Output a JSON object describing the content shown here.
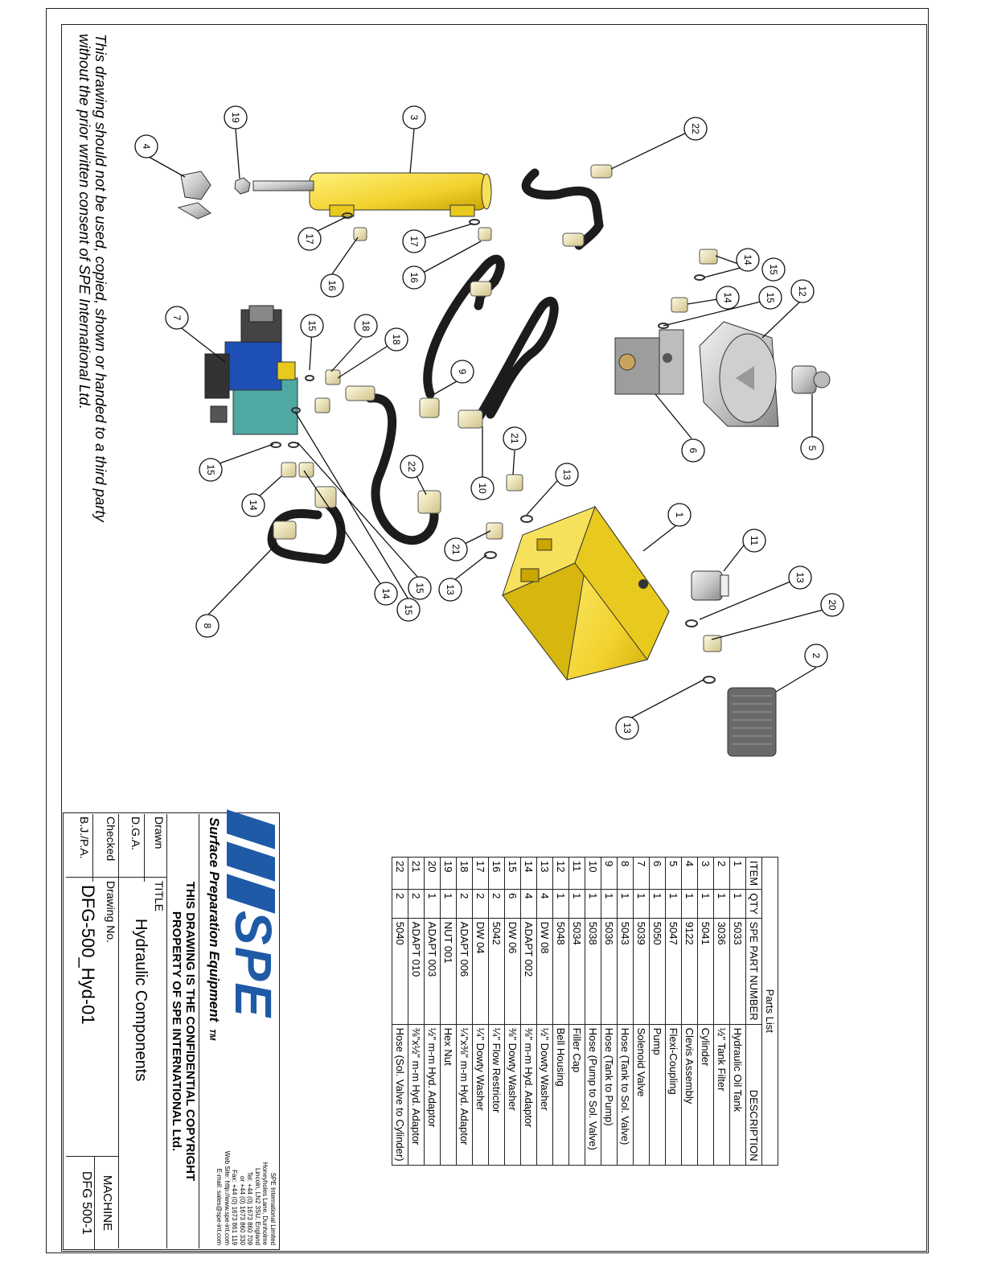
{
  "notice": {
    "line1": "This drawing should not be used, copied, shown or handed to a third party",
    "line2": "without the prior written consent of SPE International Ltd."
  },
  "balloons": [
    "1",
    "2",
    "3",
    "4",
    "5",
    "6",
    "7",
    "8",
    "9",
    "10",
    "11",
    "12",
    "13",
    "13",
    "13",
    "13",
    "14",
    "14",
    "14",
    "14",
    "15",
    "15",
    "15",
    "15",
    "15",
    "15",
    "16",
    "16",
    "17",
    "17",
    "18",
    "18",
    "19",
    "20",
    "21",
    "21",
    "22",
    "22"
  ],
  "parts_list": {
    "title": "Parts List",
    "headers": [
      "ITEM",
      "QTY",
      "SPE PART NUMBER",
      "DESCRIPTION"
    ],
    "rows": [
      [
        "1",
        "1",
        "5033",
        "Hydraulic Oil Tank"
      ],
      [
        "2",
        "1",
        "3036",
        "½\" Tank Filter"
      ],
      [
        "3",
        "1",
        "5041",
        "Cylinder"
      ],
      [
        "4",
        "1",
        "9122",
        "Clevis Assembly"
      ],
      [
        "5",
        "1",
        "5047",
        "Flexi-Coupling"
      ],
      [
        "6",
        "1",
        "5050",
        "Pump"
      ],
      [
        "7",
        "1",
        "5039",
        "Solenoid Valve"
      ],
      [
        "8",
        "1",
        "5043",
        "Hose (Tank to Sol. Valve)"
      ],
      [
        "9",
        "1",
        "5036",
        "Hose (Tank to Pump)"
      ],
      [
        "10",
        "1",
        "5038",
        "Hose (Pump to Sol. Valve)"
      ],
      [
        "11",
        "1",
        "5034",
        "Filler Cap"
      ],
      [
        "12",
        "1",
        "5048",
        "Bell Housing"
      ],
      [
        "13",
        "4",
        "DW 08",
        "½\" Dowty Washer"
      ],
      [
        "14",
        "4",
        "ADAPT 002",
        "⅜\" m-m Hyd. Adaptor"
      ],
      [
        "15",
        "6",
        "DW 06",
        "⅜\" Dowty Washer"
      ],
      [
        "16",
        "2",
        "5042",
        "¼\" Flow Restrictor"
      ],
      [
        "17",
        "2",
        "DW 04",
        "¼\" Dowty Washer"
      ],
      [
        "18",
        "2",
        "ADAPT 006",
        "¼\"x⅜\" m-m Hyd. Adaptor"
      ],
      [
        "19",
        "1",
        "NUT 001",
        "Hex Nut"
      ],
      [
        "20",
        "1",
        "ADAPT 003",
        "½\" m-m Hyd. Adaptor"
      ],
      [
        "21",
        "2",
        "ADAPT 010",
        "⅜\"x½\" m-m Hyd. Adaptor"
      ],
      [
        "22",
        "2",
        "5040",
        "Hose (Sol. Valve to Cylinder)"
      ]
    ]
  },
  "title_block": {
    "logo_text": "SPE",
    "company_tagline": "Surface Preparation Equipment",
    "tm": "TM",
    "address_lines": [
      "SPE International Limited",
      "Honeyholes Lane, Dunholme",
      "Lincoln, LN2 3SU, England",
      "Tel: +44 (0) 1673 860 709",
      "or +44 (0) 1673 860 330",
      "Fax: +44 (0) 1673 861 119",
      "Web Site: http://www.spe-int.com",
      "E-mail: sales@spe-int.com"
    ],
    "copyright_line1": "THIS DRAWING IS THE CONFIDENTIAL COPYRIGHT",
    "copyright_line2": "PROPERTY OF SPE INTERNATIONAL Ltd.",
    "drawn_label": "Drawn",
    "drawn_by": "D.G.A.",
    "title_label": "TITLE",
    "title_value": "Hydraulic Components",
    "checked_label": "Checked",
    "checked_by": "B.J./P.A.",
    "drawing_no_label": "Drawing No.",
    "drawing_no": "DFG-500_Hyd-01",
    "machine_label": "MACHINE",
    "machine_value": "DFG 500-1"
  },
  "colors": {
    "yellow": "#f2d22e",
    "blue": "#1e4fb5",
    "teal": "#4fa9a2",
    "hose": "#1c1c1c",
    "steel": "#b9b9b9",
    "logo_blue": "#1f5aa6"
  }
}
